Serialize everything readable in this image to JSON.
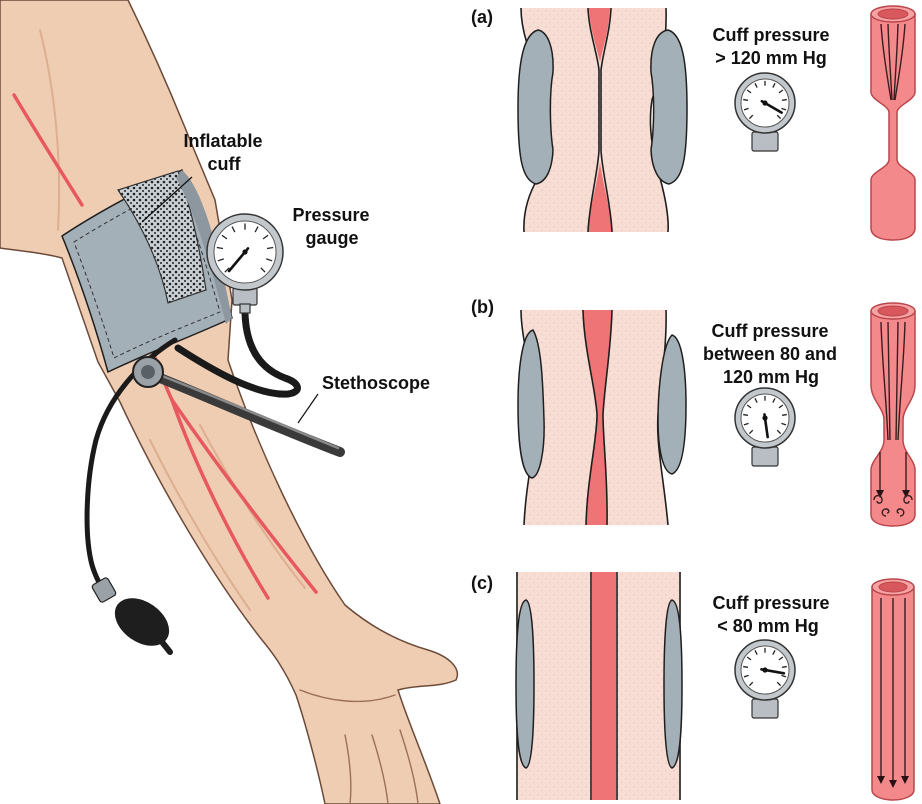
{
  "arm": {
    "labels": {
      "cuff_line1": "Inflatable",
      "cuff_line2": "cuff",
      "gauge_line1": "Pressure",
      "gauge_line2": "gauge",
      "stethoscope": "Stethoscope"
    }
  },
  "panels": [
    {
      "label": "(a)",
      "lines": [
        "Cuff pressure",
        "> 120 mm Hg"
      ]
    },
    {
      "label": "(b)",
      "lines": [
        "Cuff pressure",
        "between 80 and",
        "120 mm Hg"
      ]
    },
    {
      "label": "(c)",
      "lines": [
        "Cuff pressure",
        "< 80 mm Hg"
      ]
    }
  ],
  "colors": {
    "skin": "#efcdb2",
    "skin-shade": "#d9a98a",
    "artery": "#e8595f",
    "tissue": "#f7ddd3",
    "lumen": "#ef7476",
    "vessel": "#f4898b",
    "cuff": "#a4b0b8",
    "outline": "#1f1f1f"
  }
}
